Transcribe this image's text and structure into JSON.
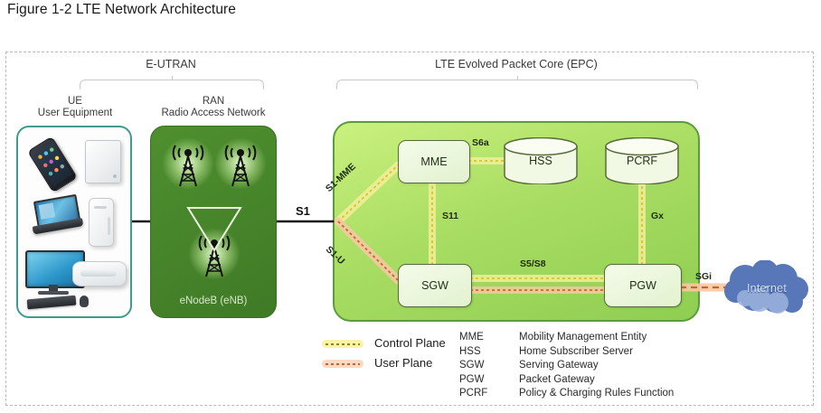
{
  "figure": {
    "title": "Figure 1-2 LTE Network Architecture"
  },
  "groups": {
    "eutran": {
      "title": "E-UTRAN"
    },
    "epc": {
      "title": "LTE Evolved Packet Core (EPC)"
    }
  },
  "eutran": {
    "ue": {
      "abbr": "UE",
      "full": "User Equipment"
    },
    "ran": {
      "abbr": "RAN",
      "full": "Radio Access Network",
      "box_label": "eNodeB (eNB)"
    }
  },
  "epc_nodes": {
    "mme": "MME",
    "hss": "HSS",
    "pcrf": "PCRF",
    "sgw": "SGW",
    "pgw": "PGW"
  },
  "interfaces": {
    "s1": "S1",
    "s1_mme": "S1-MME",
    "s1_u": "S1-U",
    "s6a": "S6a",
    "s11": "S11",
    "gx": "Gx",
    "s5_s8": "S5/S8",
    "sgi": "SGi"
  },
  "internet": {
    "label": "Internet"
  },
  "legend": {
    "items": [
      {
        "label": "Control Plane",
        "color": "#fdf3a8",
        "line": "#d9c93a"
      },
      {
        "label": "User Plane",
        "color": "#fbd9c2",
        "line": "#e2754a"
      }
    ]
  },
  "abbreviations": [
    {
      "key": "MME",
      "value": "Mobility Management Entity"
    },
    {
      "key": "HSS",
      "value": "Home Subscriber Server"
    },
    {
      "key": "SGW",
      "value": "Serving Gateway"
    },
    {
      "key": "PGW",
      "value": "Packet Gateway"
    },
    {
      "key": "PCRF",
      "value": "Policy & Charging Rules Function"
    }
  ],
  "colors": {
    "epc_fill": "#a9dd63",
    "ran_fill": "#4f8f2f",
    "ue_border": "#3f9b8c",
    "control_plane": "#e8d84a",
    "user_plane": "#e2754a",
    "cloud": "#4a6fb5"
  }
}
